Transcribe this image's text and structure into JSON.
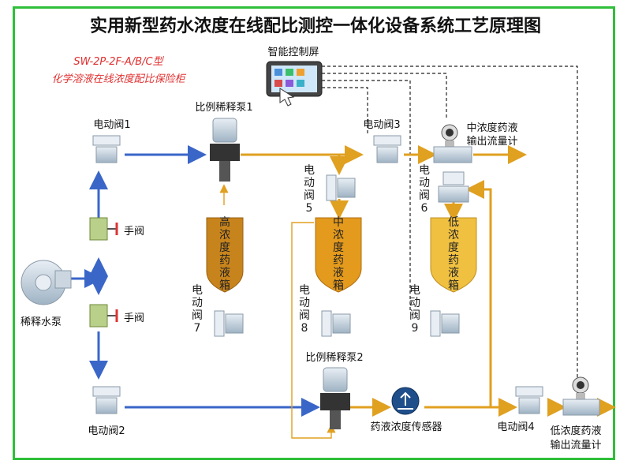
{
  "title": "实用新型药水浓度在线配比测控一体化设备系统工艺原理图",
  "subtitle_lines": [
    "SW-2P-2F-A/B/C型",
    "化学溶液在线浓度配比保险柜"
  ],
  "labels": {
    "controller": "智能控制屏",
    "pump1": "比例稀释泵1",
    "pump2": "比例稀释泵2",
    "valve1": "电动阀1",
    "valve2": "电动阀2",
    "valve3": "电动阀3",
    "valve4": "电动阀4",
    "valve5": "电动阀5",
    "valve6": "电动阀6",
    "valve7": "电动阀7",
    "valve8": "电动阀8",
    "valve9": "电动阀9",
    "manual_valve_top": "手阀",
    "manual_valve_bottom": "手阀",
    "water_pump": "稀释水泵",
    "mid_flowmeter": [
      "中浓度药液",
      "输出流量计"
    ],
    "low_flowmeter": [
      "低浓度药液",
      "输出流量计"
    ],
    "sensor": "药液浓度传感器",
    "tank_high": "高浓度药液箱",
    "tank_mid": "中浓度药液箱",
    "tank_low": "低浓度药液箱"
  },
  "colors": {
    "frame": "#2fbf3a",
    "water_line": "#3a66c8",
    "chem_line": "#e0a020",
    "tank_high": "#c8841c",
    "tank_mid": "#e49a1c",
    "tank_low": "#f0c040",
    "subtitle": "#e03030"
  }
}
